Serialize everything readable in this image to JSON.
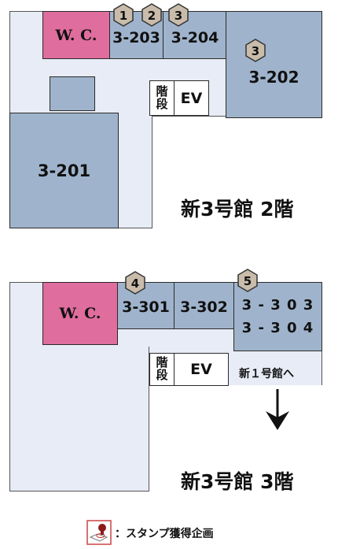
{
  "floor2": {
    "title": "新3号館 2階",
    "wc": "W. C.",
    "rooms": {
      "r203": "3-203",
      "r204": "3-204",
      "r202": "3-202",
      "r201": "3-201"
    },
    "stairs": "階段",
    "stairs_top": "階",
    "stairs_bottom": "段",
    "elevator": "EV",
    "stamps": [
      "1",
      "2",
      "3",
      "3"
    ]
  },
  "floor3": {
    "title": "新3号館 3階",
    "wc": "W. C.",
    "rooms": {
      "r301": "3-301",
      "r302": "3-302",
      "r303_line1": "3 - 3 0 3",
      "r303_line2": "3 - 3 0 4"
    },
    "stairs_top": "階",
    "stairs_bottom": "段",
    "elevator": "EV",
    "to_building1": "新１号館へ",
    "stamps": [
      "4",
      "5"
    ]
  },
  "legend": {
    "text": "：スタンプ獲得企画",
    "icon": "stamp-icon"
  },
  "colors": {
    "room": "#9fb4cc",
    "corridor": "#e7ecf6",
    "wc": "#df6d9d",
    "stamp_hex": "#c9bcaa"
  }
}
